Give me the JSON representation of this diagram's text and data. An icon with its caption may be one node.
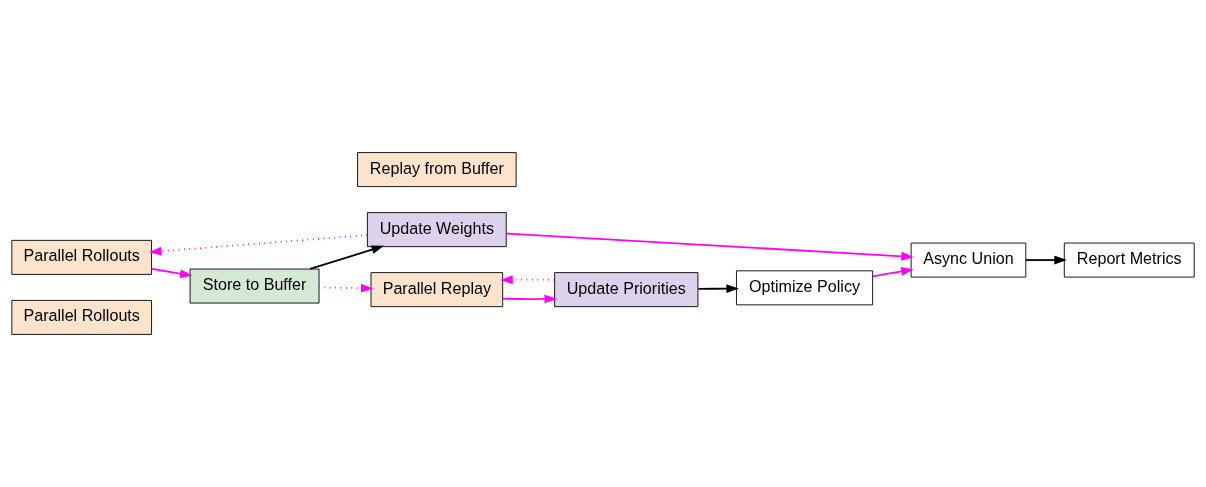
{
  "diagram": {
    "nodes": [
      {
        "text": [
          "Parallel Rollouts"
        ]
      },
      {
        "text": [
          "Parallel Rollouts"
        ]
      },
      {
        "text": [
          "Store to Buffer"
        ]
      },
      {
        "text": [
          "Update Weights"
        ]
      },
      {
        "text": [
          "Replay from Buffer"
        ]
      },
      {
        "text": [
          "Parallel Replay"
        ]
      },
      {
        "text": [
          "Update Priorities"
        ]
      },
      {
        "text": [
          "Optimize Policy"
        ]
      },
      {
        "text": [
          "Async Union"
        ]
      },
      {
        "text": [
          "Report Metrics"
        ]
      }
    ],
    "edges": [
      {
        "from": 1,
        "to": 2,
        "arrow": "to"
      },
      {
        "from": 2,
        "to": 3,
        "arrow": "to",
        "color": "#000000"
      },
      {
        "from": 3,
        "to": 1,
        "arrow": "to",
        "style": "dashed"
      },
      {
        "from": 2,
        "to": 5,
        "arrow": "to",
        "style": "dashed"
      },
      {
        "from": 5,
        "to": 6,
        "arrow": "to"
      },
      {
        "from": 6,
        "to": 5,
        "arrow": "to",
        "style": "dashed"
      },
      {
        "from": 6,
        "to": 7,
        "arrow": "to",
        "color": "#000000"
      },
      {
        "from": 3,
        "to": 8,
        "arrow": "to"
      },
      {
        "from": 7,
        "to": 8,
        "arrow": "to"
      },
      {
        "from": 8,
        "to": 9,
        "arrow": "to",
        "color": "#000000"
      }
    ]
  }
}
